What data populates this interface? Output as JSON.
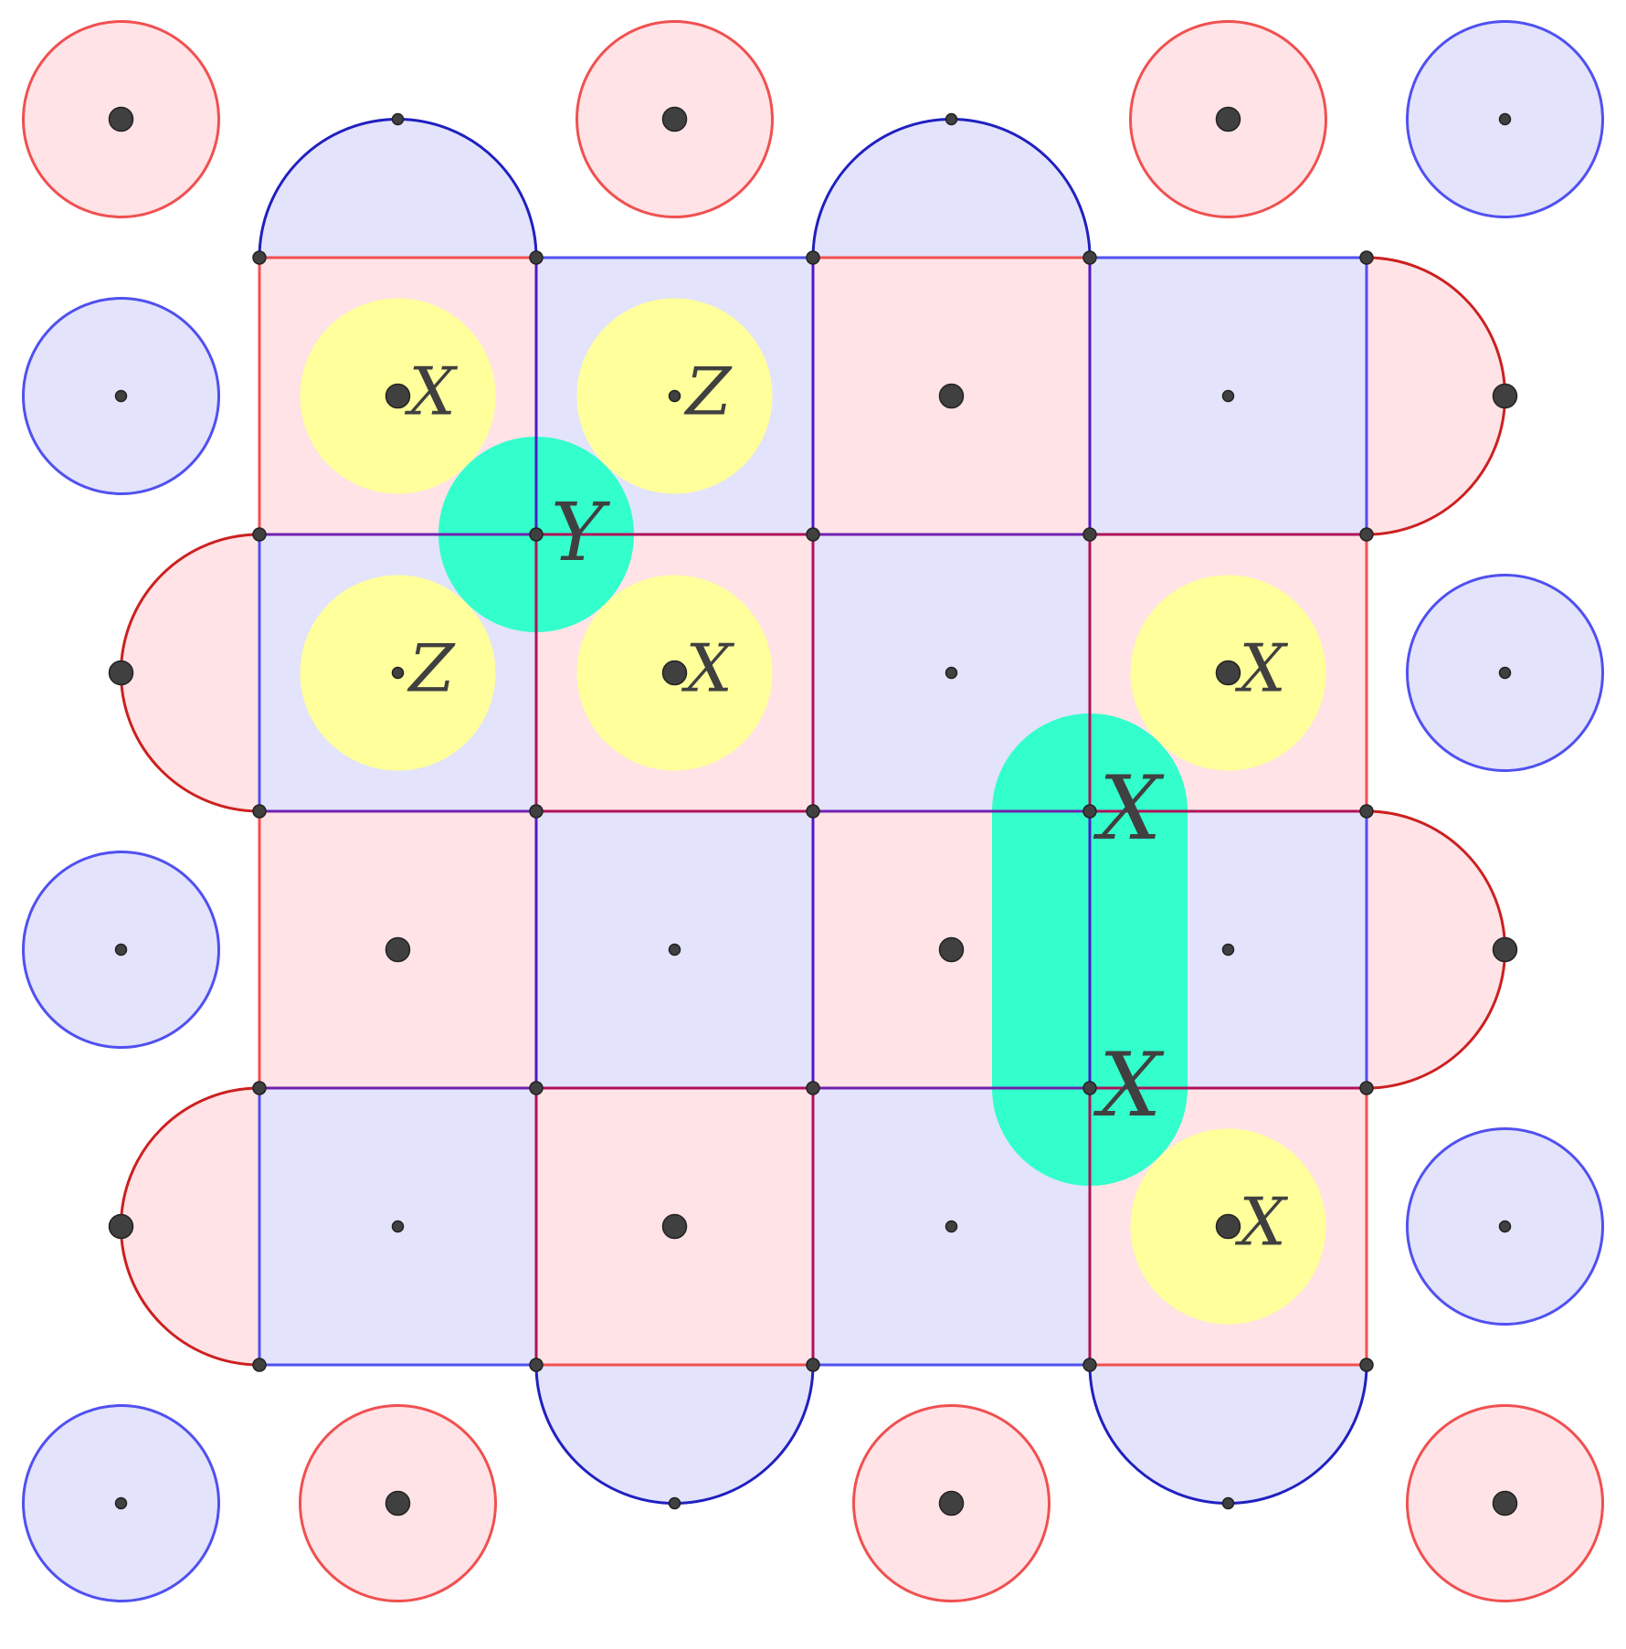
{
  "colors": {
    "red_stroke": "#f05050",
    "red_fill": "#ffe3e6",
    "blue_stroke": "#5050f0",
    "blue_fill": "#e3e3fb",
    "arc_red": "#cc2020",
    "arc_blue": "#2020c0",
    "edge_purple": "#6020d0",
    "yellow": "#ffff9c",
    "teal": "#33ffcc",
    "dot": "#404040"
  },
  "grid": {
    "size": 4,
    "cells": [
      [
        "red",
        "blue",
        "red",
        "blue"
      ],
      [
        "blue",
        "red",
        "blue",
        "red"
      ],
      [
        "red",
        "blue",
        "red",
        "blue"
      ],
      [
        "blue",
        "red",
        "blue",
        "red"
      ]
    ]
  },
  "outer_circles": [
    {
      "i": -1,
      "j": -1,
      "color": "red"
    },
    {
      "i": 1,
      "j": -1,
      "color": "red"
    },
    {
      "i": 3,
      "j": -1,
      "color": "red"
    },
    {
      "i": 4,
      "j": -1,
      "color": "blue"
    },
    {
      "i": -1,
      "j": 0,
      "color": "blue"
    },
    {
      "i": 4,
      "j": 1,
      "color": "blue"
    },
    {
      "i": -1,
      "j": 2,
      "color": "blue"
    },
    {
      "i": 4,
      "j": 3,
      "color": "blue"
    },
    {
      "i": -1,
      "j": 4,
      "color": "blue"
    },
    {
      "i": 0,
      "j": 4,
      "color": "red"
    },
    {
      "i": 2,
      "j": 4,
      "color": "red"
    },
    {
      "i": 4,
      "j": 4,
      "color": "red"
    }
  ],
  "boundary_arcs": [
    {
      "side": "top",
      "index": 0,
      "color": "blue"
    },
    {
      "side": "top",
      "index": 2,
      "color": "blue"
    },
    {
      "side": "right",
      "index": 0,
      "color": "red"
    },
    {
      "side": "right",
      "index": 2,
      "color": "red"
    },
    {
      "side": "left",
      "index": 1,
      "color": "red"
    },
    {
      "side": "left",
      "index": 3,
      "color": "red"
    },
    {
      "side": "bottom",
      "index": 1,
      "color": "blue"
    },
    {
      "side": "bottom",
      "index": 3,
      "color": "blue"
    }
  ],
  "yellow_regions": [
    {
      "i": 0,
      "j": 0,
      "label": "X"
    },
    {
      "i": 1,
      "j": 0,
      "label": "Z"
    },
    {
      "i": 0,
      "j": 1,
      "label": "Z"
    },
    {
      "i": 1,
      "j": 1,
      "label": "X"
    },
    {
      "i": 3,
      "j": 1,
      "label": "X"
    },
    {
      "i": 3,
      "j": 3,
      "label": "X"
    }
  ],
  "teal_vertex": {
    "vi": 1,
    "vj": 1,
    "label": "Y"
  },
  "teal_stadium": {
    "vi": 3,
    "vj_start": 2,
    "vj_end": 3,
    "labels": [
      "X",
      "X"
    ]
  }
}
